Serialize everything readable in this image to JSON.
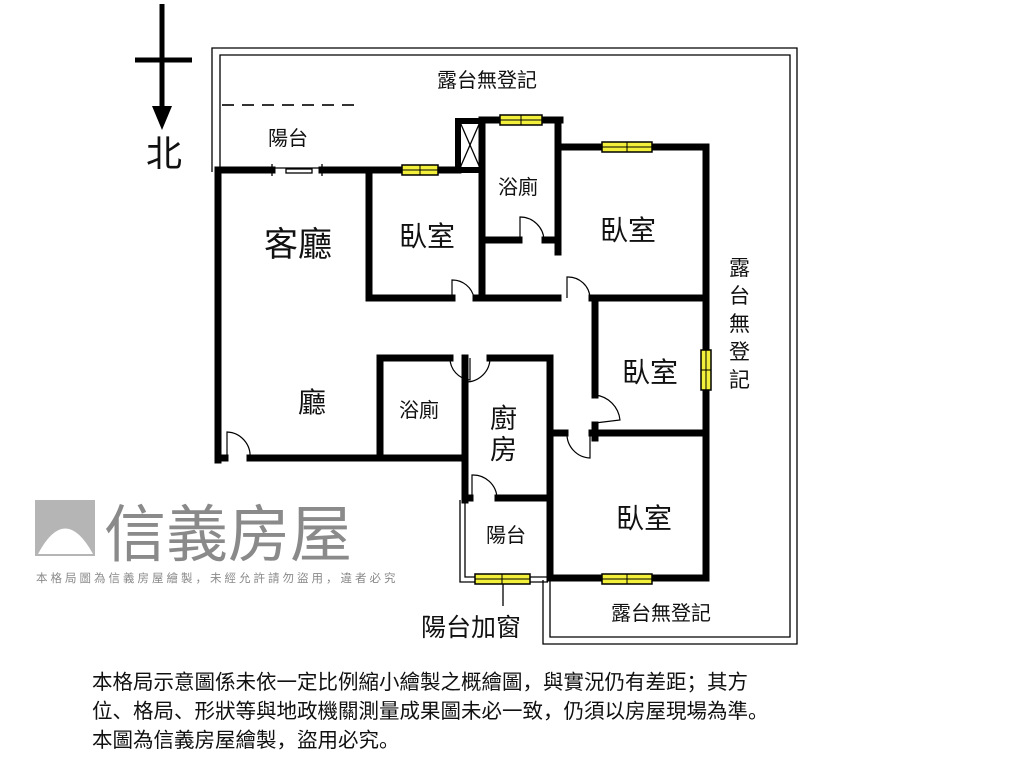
{
  "compass": {
    "north_label": "北"
  },
  "rooms": {
    "terrace_top": "露台無登記",
    "terrace_right": "露台無登記",
    "terrace_bottom": "露台無登記",
    "balcony_top": "陽台",
    "living_room": "客廳",
    "dining": "廳",
    "bedroom_1": "臥室",
    "bathroom_1": "浴廁",
    "bedroom_2": "臥室",
    "bedroom_3": "臥室",
    "bathroom_2": "浴廁",
    "kitchen": "廚房",
    "balcony_bottom": "陽台",
    "bedroom_4": "臥室"
  },
  "annotation": {
    "balcony_window": "陽台加窗"
  },
  "watermark": {
    "brand": "信義房屋",
    "notice": "本格局圖為信義房屋繪製，未經允許請勿盜用，違者必究"
  },
  "disclaimer": {
    "lines": [
      "本格局示意圖係未依一定比例縮小繪製之概繪圖，與實況仍有差距；其方",
      "位、格局、形狀等與地政機關測量成果圖未必一致，仍須以房屋現場為準。",
      "本圖為信義房屋繪製，盜用必究。"
    ]
  },
  "colors": {
    "wall": "#000000",
    "window": "#f2f03a",
    "watermark": "#8a8a8a"
  }
}
